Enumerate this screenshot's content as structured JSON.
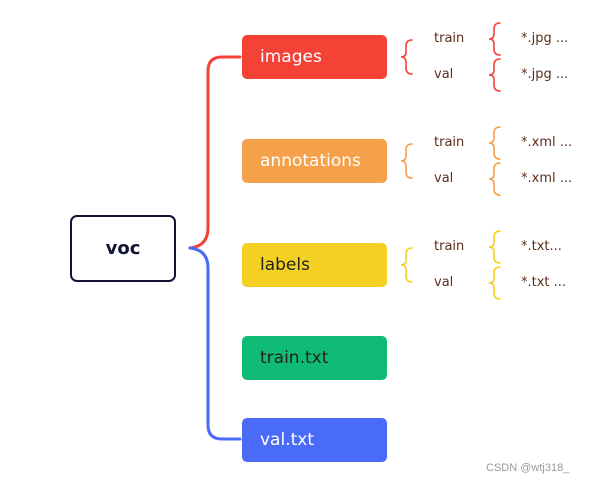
{
  "root": {
    "label": "voc"
  },
  "colors": {
    "red": "#f44336",
    "orange": "#f5a04a",
    "yellow": "#f3d022",
    "green": "#10bb76",
    "blue": "#4a6bf8",
    "root_border": "#121433"
  },
  "nodes": [
    {
      "label": "images",
      "color": "#f44336"
    },
    {
      "label": "annotations",
      "color": "#f5a04a"
    },
    {
      "label": "labels",
      "color": "#f3d022"
    },
    {
      "label": "train.txt",
      "color": "#10bb76"
    },
    {
      "label": "val.txt",
      "color": "#4a6bf8"
    }
  ],
  "groups": [
    {
      "node": "images",
      "items": [
        {
          "split": "train",
          "files": "*.jpg ..."
        },
        {
          "split": "val",
          "files": "*.jpg ..."
        }
      ]
    },
    {
      "node": "annotations",
      "items": [
        {
          "split": "train",
          "files": "*.xml ..."
        },
        {
          "split": "val",
          "files": "*.xml ..."
        }
      ]
    },
    {
      "node": "labels",
      "items": [
        {
          "split": "train",
          "files": "*.txt..."
        },
        {
          "split": "val",
          "files": "*.txt ..."
        }
      ]
    }
  ],
  "watermark": "CSDN @wtj318_"
}
